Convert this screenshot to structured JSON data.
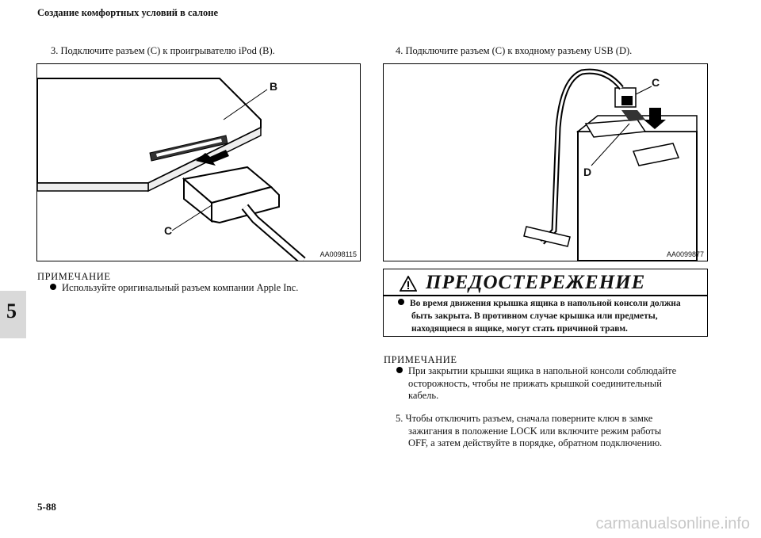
{
  "header": {
    "title": "Создание комфортных условий в салоне"
  },
  "chapter": {
    "number": "5"
  },
  "left": {
    "step": "3. Подключите разъем (C) к проигрывателю iPod (B).",
    "figure": {
      "code": "AA0098115",
      "label_b": "B",
      "label_c": "C"
    },
    "note": {
      "heading": "ПРИМЕЧАНИЕ",
      "bullet": "Используйте оригинальный разъем компании Apple Inc."
    }
  },
  "right": {
    "step": "4. Подключите разъем (C) к входному разъему USB (D).",
    "figure": {
      "code": "AA0099877",
      "label_c": "C",
      "label_d": "D"
    },
    "warning": {
      "title": "ПРЕДОСТЕРЕЖЕНИЕ",
      "lines": [
        "Во время движения крышка ящика в напольной консоли должна",
        "быть закрыта. В противном случае крышка или предметы,",
        "находящиеся в ящике, могут стать причиной травм."
      ]
    },
    "note": {
      "heading": "ПРИМЕЧАНИЕ",
      "lines": [
        "При закрытии крышки ящика в напольной консоли соблюдайте",
        "осторожность, чтобы не прижать крышкой соединительный",
        "кабель."
      ]
    },
    "step5": {
      "lines": [
        "5. Чтобы отключить разъем, сначала поверните ключ в замке",
        "зажигания в положение LOCK или включите режим работы",
        "OFF, а затем действуйте в порядке, обратном подключению."
      ]
    }
  },
  "footer": {
    "page": "5-88"
  },
  "watermark": "carmanualsonline.info"
}
